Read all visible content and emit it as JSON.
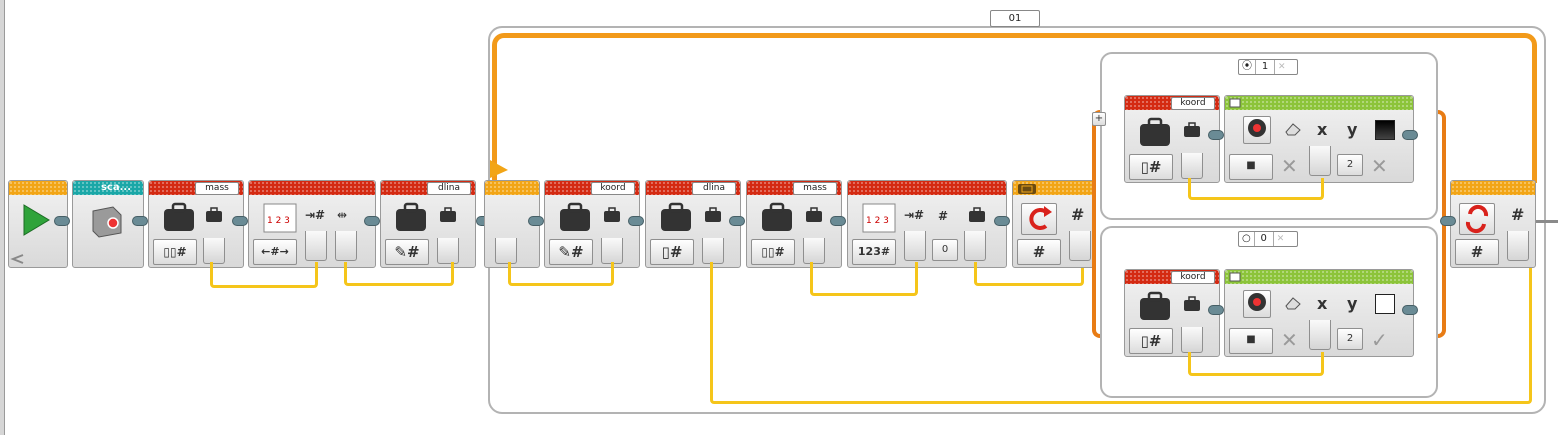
{
  "loop": {
    "name": "01"
  },
  "start": {
    "icon": "play-icon"
  },
  "sound_block": {
    "name": "sca..."
  },
  "var_mass_1": {
    "name": "mass"
  },
  "var_dlina_1": {
    "name": "dlina"
  },
  "var_koord_1": {
    "name": "koord"
  },
  "var_dlina_2": {
    "name": "dlina"
  },
  "var_mass_2": {
    "name": "mass"
  },
  "array_op_2": {
    "index_value": "0"
  },
  "switch": {
    "case_true": {
      "label": "1"
    },
    "case_false": {
      "label": "0"
    },
    "koord_true": {
      "name": "koord"
    },
    "koord_false": {
      "name": "koord"
    },
    "display_true": {
      "x": "x",
      "y": "y",
      "value": "2"
    },
    "display_false": {
      "x": "x",
      "y": "y",
      "value": "2"
    }
  },
  "colors": {
    "red": "#d42a12",
    "orange": "#f2a516",
    "teal": "#1aa7a7",
    "green": "#8cc43a",
    "wire": "#f5c51a",
    "loop": "#f29a1a"
  }
}
